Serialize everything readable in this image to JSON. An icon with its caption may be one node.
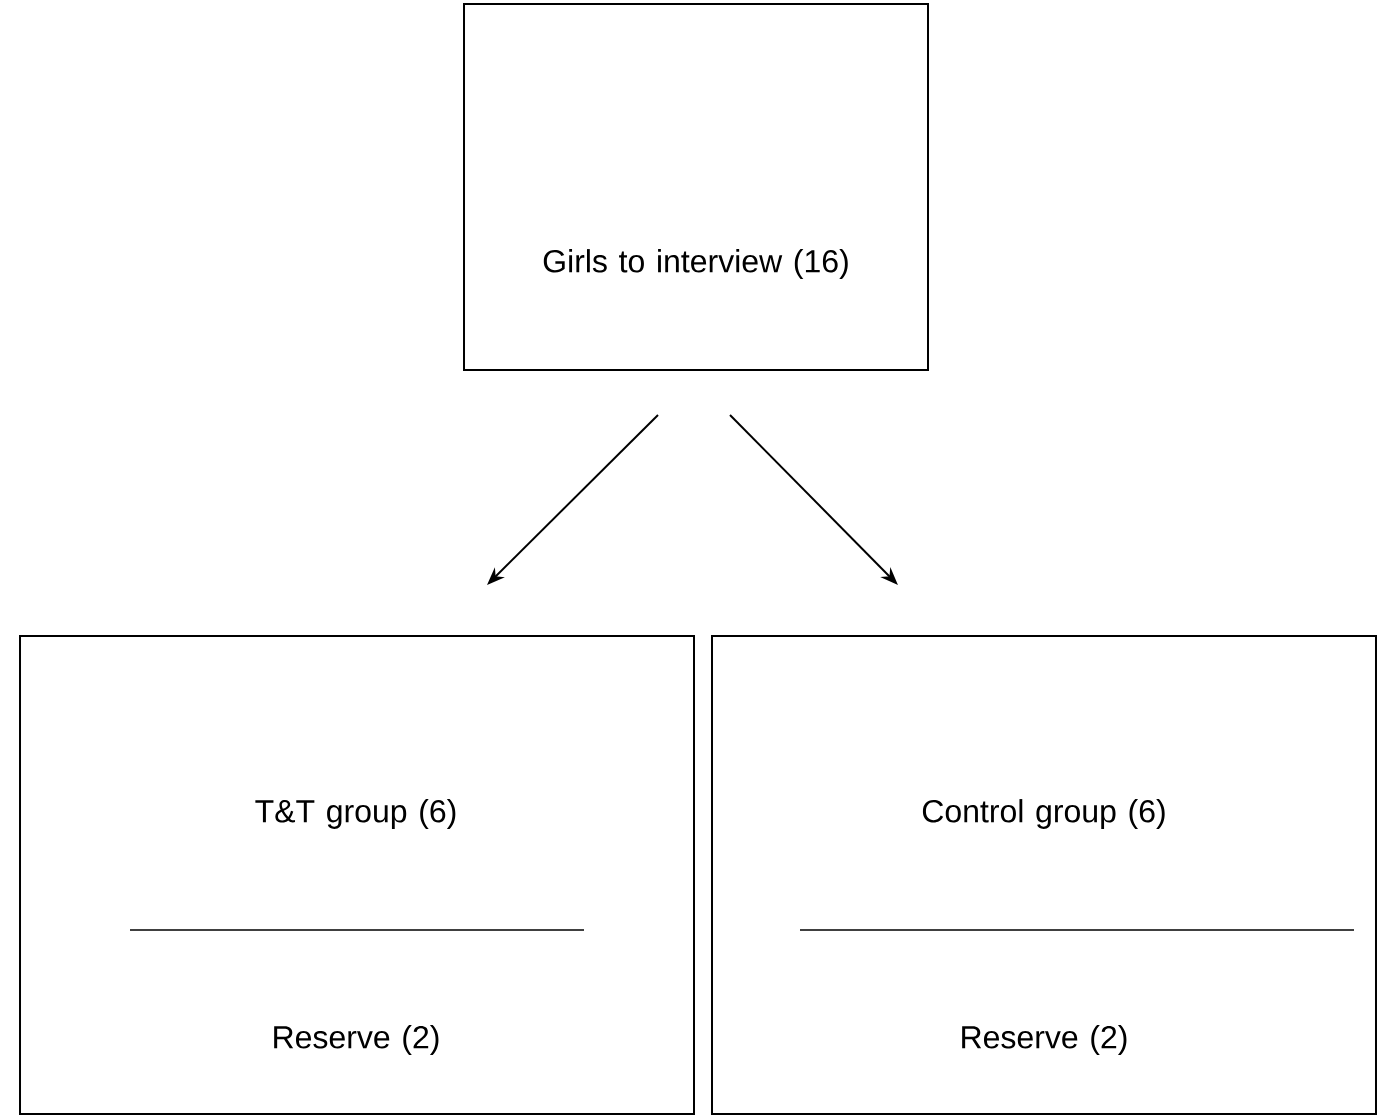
{
  "diagram": {
    "nodes": [
      {
        "text": [
          "Girls to interview (16)"
        ]
      },
      {
        "text": [
          "T&T group (6)",
          "Reserve (2)"
        ]
      },
      {
        "text": [
          "Control group (6)",
          "Reserve (2)"
        ]
      }
    ],
    "edges": [
      {
        "from": 0,
        "to": 1,
        "arrow": "to"
      },
      {
        "from": 0,
        "to": 2,
        "arrow": "to"
      }
    ]
  }
}
